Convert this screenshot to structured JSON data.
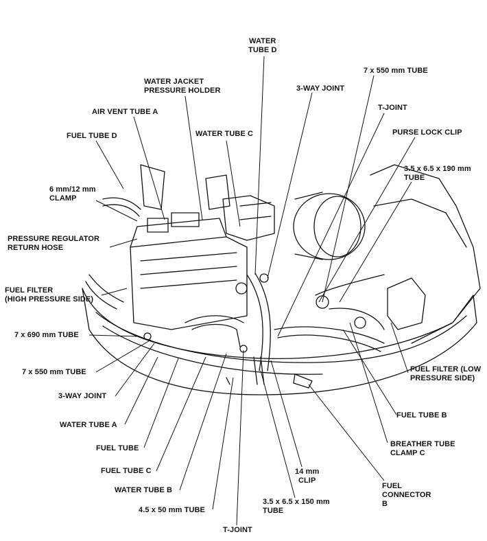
{
  "labels": {
    "water_tube_d": [
      "WATER",
      "TUBE D"
    ],
    "tube_7x550_top": "7 x 550 mm TUBE",
    "water_jacket_pressure_holder": [
      "WATER JACKET",
      "PRESSURE HOLDER"
    ],
    "three_way_joint_top": "3-WAY JOINT",
    "air_vent_tube_a": "AIR VENT TUBE A",
    "t_joint_top": "T-JOINT",
    "fuel_tube_d": "FUEL TUBE D",
    "water_tube_c": "WATER TUBE C",
    "purse_lock_clip": "PURSE LOCK CLIP",
    "tube_3_5x6_5x190": [
      "3.5 x 6.5 x 190 mm",
      "TUBE"
    ],
    "clamp_6_12": [
      "6 mm/12 mm",
      "CLAMP"
    ],
    "pressure_regulator_return_hose": [
      "PRESSURE REGULATOR",
      "RETURN HOSE"
    ],
    "fuel_filter_high": [
      "FUEL FILTER",
      "(HIGH PRESSURE SIDE)"
    ],
    "tube_7x690": "7 x 690 mm TUBE",
    "tube_7x550_left": "7 x 550 mm TUBE",
    "three_way_joint_left": "3-WAY JOINT",
    "water_tube_a": "WATER TUBE A",
    "fuel_tube": "FUEL TUBE",
    "fuel_tube_c": "FUEL TUBE C",
    "water_tube_b": "WATER TUBE B",
    "tube_4_5x50": "4.5 x 50 mm TUBE",
    "t_joint_bottom": "T-JOINT",
    "clip_14mm": [
      "14 mm",
      "CLIP"
    ],
    "tube_3_5x6_5x150": [
      "3.5 x 6.5 x 150 mm",
      "TUBE"
    ],
    "fuel_connector_b": [
      "FUEL",
      "CONNECTOR",
      "B"
    ],
    "breather_tube_clamp_c": [
      "BREATHER TUBE",
      "CLAMP C"
    ],
    "fuel_tube_b": "FUEL TUBE B",
    "fuel_filter_low": [
      "FUEL FILTER (LOW",
      "PRESSURE SIDE)"
    ]
  }
}
